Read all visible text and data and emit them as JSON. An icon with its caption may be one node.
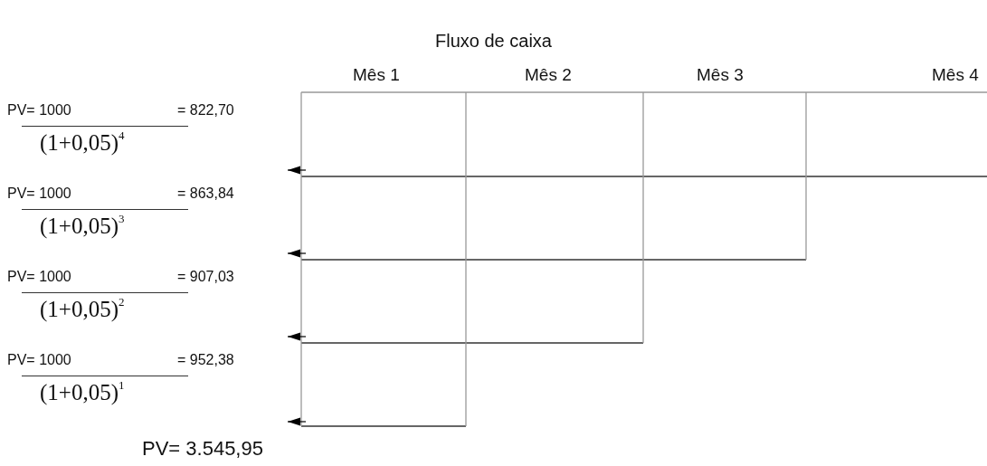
{
  "diagram": {
    "title": "Fluxo de caixa",
    "nodes": [
      {
        "text": [
          "PV= 1000",
          "= 822,70",
          "(1+0,05)$^{4}$"
        ]
      },
      {
        "text": [
          "PV= 1000",
          "= 863,84",
          "(1+0,05)$^{3}$"
        ]
      },
      {
        "text": [
          "PV= 1000",
          "= 907,03",
          "(1+0,05)$^{2}$"
        ]
      },
      {
        "text": [
          "PV= 1000",
          "= 952,38",
          "(1+0,05)$^{1}$"
        ]
      }
    ],
    "labels": [
      "Mês 1",
      "Mês 2",
      "Mês 3",
      "Mês 4",
      "PV= 3.545,95"
    ]
  }
}
